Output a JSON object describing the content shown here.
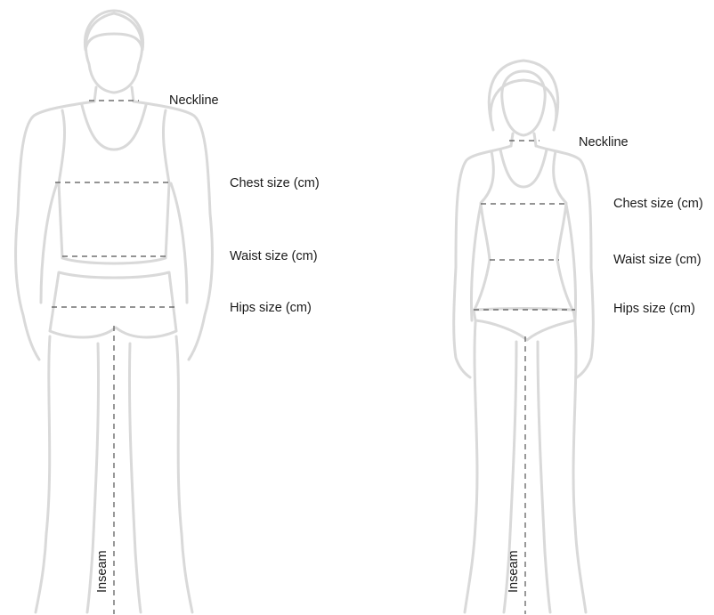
{
  "men": {
    "neckline": "Neckline",
    "chest": "Chest size (cm)",
    "waist": "Waist size (cm)",
    "hips": "Hips size (cm)",
    "inseam": "Inseam"
  },
  "women": {
    "neckline": "Neckline",
    "chest": "Chest size (cm)",
    "waist": "Waist size (cm)",
    "hips": "Hips size (cm)",
    "inseam": "Inseam"
  },
  "colors": {
    "outline": "#d9d9d9",
    "measure_line": "#555555",
    "text": "#1a1a1a"
  }
}
